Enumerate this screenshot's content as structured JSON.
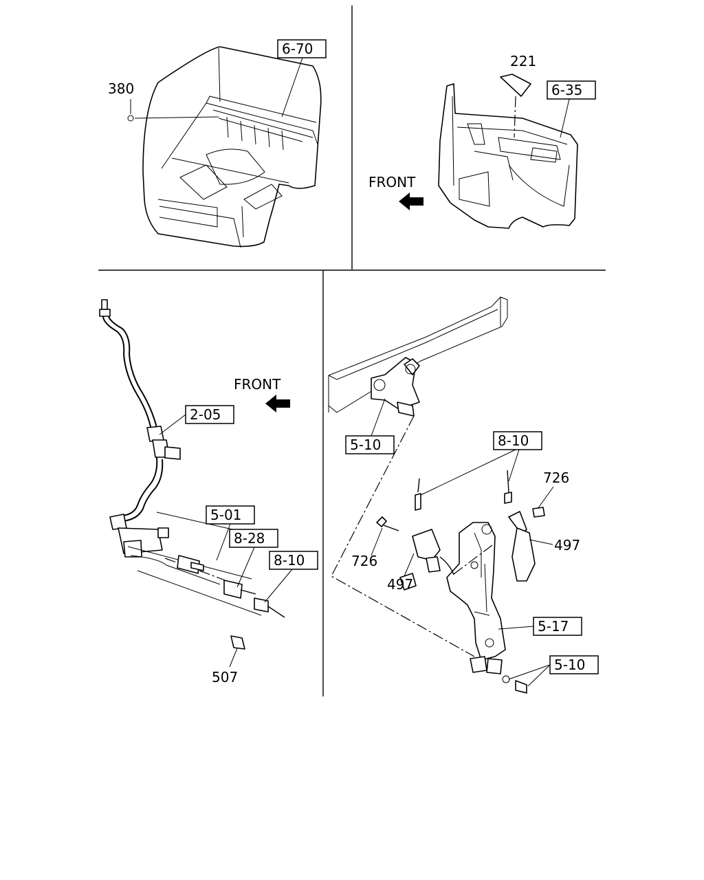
{
  "labels": {
    "ref_6_70": "6-70",
    "n380": "380",
    "n221": "221",
    "ref_6_35": "6-35",
    "front_1": "FRONT",
    "front_2": "FRONT",
    "ref_2_05": "2-05",
    "ref_5_01": "5-01",
    "ref_8_28": "8-28",
    "ref_8_10_a": "8-10",
    "n507": "507",
    "ref_5_10_a": "5-10",
    "ref_8_10_b": "8-10",
    "n726_a": "726",
    "n726_b": "726",
    "n497_a": "497",
    "n497_b": "497",
    "ref_5_17": "5-17",
    "ref_5_10_b": "5-10"
  }
}
